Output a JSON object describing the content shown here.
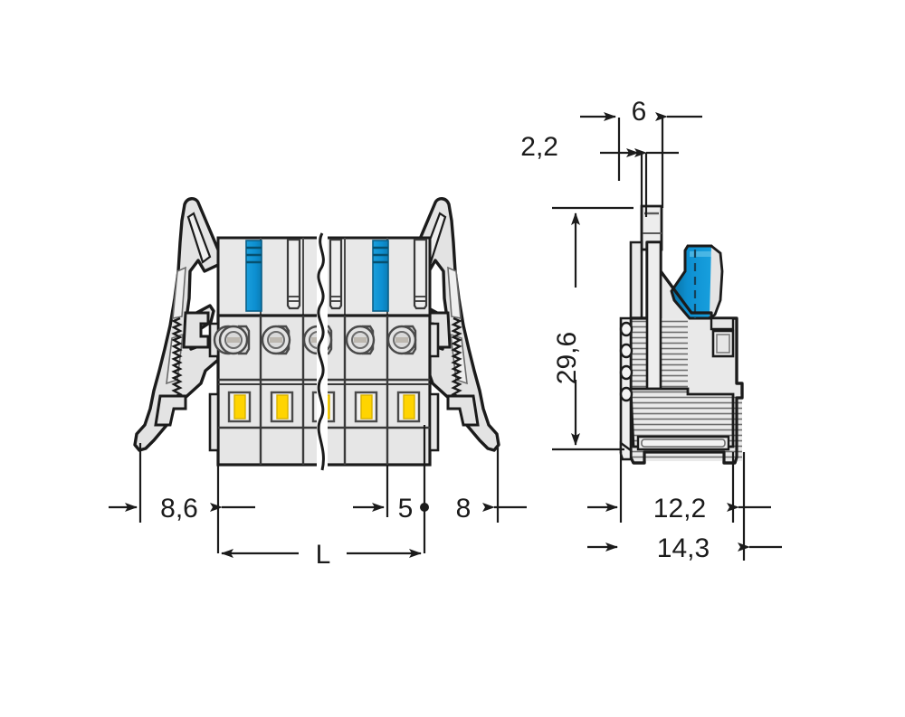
{
  "drawing": {
    "title": "WAGO female connector technical dimension drawing",
    "views": [
      {
        "name": "front-view",
        "label": "front view with operating levers"
      },
      {
        "name": "side-view",
        "label": "side view / profile"
      }
    ],
    "colors": {
      "body_fill": "#e6e6e6",
      "body_fill_light": "#f0f0f0",
      "outline": "#1b1b1b",
      "inner_line": "#555555",
      "lever_blue": "#0d8fd1",
      "lever_blue_dark": "#0b6f9e",
      "marker_yellow": "#ffd400",
      "marker_yellow_dark": "#e0b800",
      "dimension_line": "#1b1b1b",
      "background": "#ffffff"
    }
  },
  "dimensions": {
    "top_right_small": {
      "label": "2,2",
      "unit": "mm"
    },
    "top_right_upper": {
      "label": "6",
      "unit": "mm"
    },
    "side_height": {
      "label": "29,6",
      "unit": "mm",
      "orientation": "vertical"
    },
    "front_left_end": {
      "label": "8,6",
      "unit": "mm"
    },
    "front_pitch": {
      "label": "5",
      "unit": "mm"
    },
    "front_right_end": {
      "label": "8",
      "unit": "mm"
    },
    "front_length": {
      "label": "L",
      "unit": "mm"
    },
    "side_depth_inner": {
      "label": "12,2",
      "unit": "mm"
    },
    "side_depth_outer": {
      "label": "14,3",
      "unit": "mm"
    }
  },
  "front_view": {
    "poles_visible": 5,
    "break_symbol": "zigzag-break",
    "levers": [
      {
        "name": "left-operating-lever",
        "side": "left"
      },
      {
        "name": "right-operating-lever",
        "side": "right"
      }
    ],
    "blue_push_buttons": 2,
    "round_contact_openings": 5,
    "yellow_markers": 5
  },
  "side_view": {
    "clamping_unit_color": "#0d8fd1",
    "ribs": 18,
    "mounting_holes": 4
  }
}
